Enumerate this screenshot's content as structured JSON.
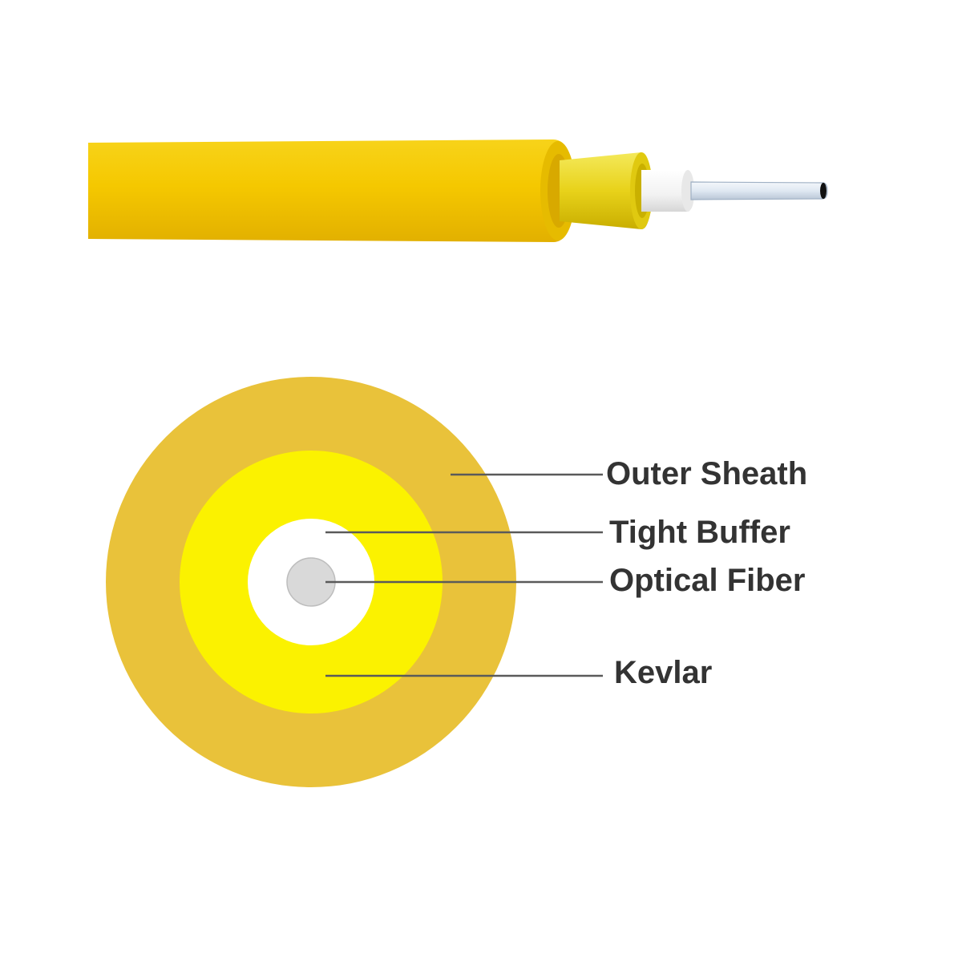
{
  "labels": {
    "outer_sheath": "Outer Sheath",
    "tight_buffer": "Tight Buffer",
    "optical_fiber": "Optical Fiber",
    "kevlar": "Kevlar"
  },
  "colors": {
    "outer_sheath": "#e9c23a",
    "kevlar": "#fbf200",
    "tight_buffer": "#ffffff",
    "optical_fiber": "#d9d9d9",
    "cable_yellow": "#f2c500",
    "leader_line": "#5a5a5a",
    "label_text": "#333333"
  }
}
